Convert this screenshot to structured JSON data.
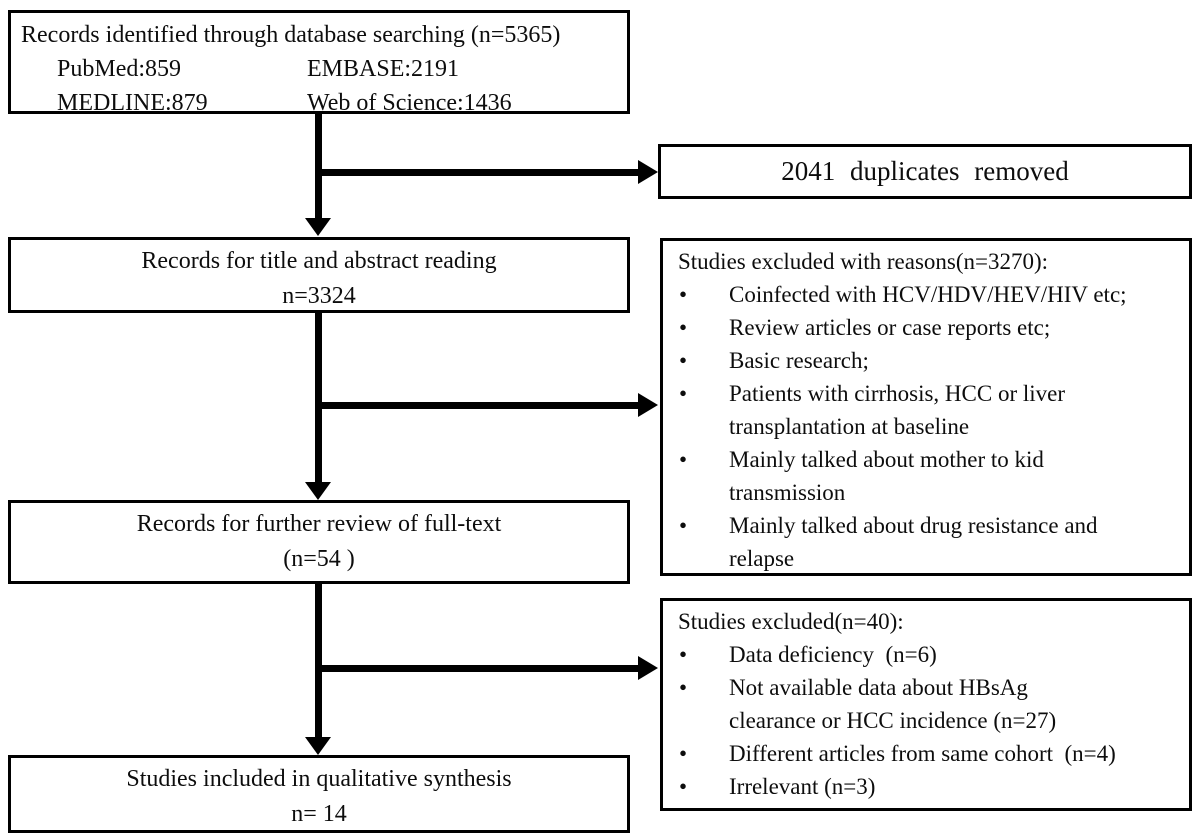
{
  "diagram": {
    "bullet": "•",
    "colors": {
      "line": "#000000",
      "background": "#ffffff",
      "text": "#0d0d0d"
    },
    "box_identification": {
      "title": "Records identified through database searching (n=5365)",
      "sources": [
        {
          "label": "PubMed:859"
        },
        {
          "label": "EMBASE:2191"
        },
        {
          "label": "MEDLINE:879"
        },
        {
          "label": "Web of Science:1436"
        }
      ]
    },
    "box_duplicates": {
      "text": "2041 duplicates removed"
    },
    "box_title_abstract": {
      "line1": "Records for title and abstract reading",
      "line2": "n=3324"
    },
    "box_excluded_screening": {
      "title": "Studies excluded with reasons(n=3270):",
      "items": [
        "Coinfected with HCV/HDV/HEV/HIV etc;",
        "Review articles or case reports etc;",
        "Basic research;",
        "Patients with cirrhosis, HCC or liver\ntransplantation at baseline",
        "Mainly talked about mother to kid\ntransmission",
        "Mainly talked about drug resistance and\nrelapse"
      ]
    },
    "box_full_text": {
      "line1": "Records for further review of full-text",
      "line2": "(n=54 )"
    },
    "box_excluded_fulltext": {
      "title": "Studies excluded(n=40):",
      "items": [
        "Data deficiency  (n=6)",
        "Not available data about HBsAg\nclearance or HCC incidence (n=27)",
        "Different articles from same cohort  (n=4)",
        "Irrelevant (n=3)"
      ]
    },
    "box_included": {
      "line1": "Studies included in qualitative synthesis",
      "line2": "n= 14"
    }
  }
}
